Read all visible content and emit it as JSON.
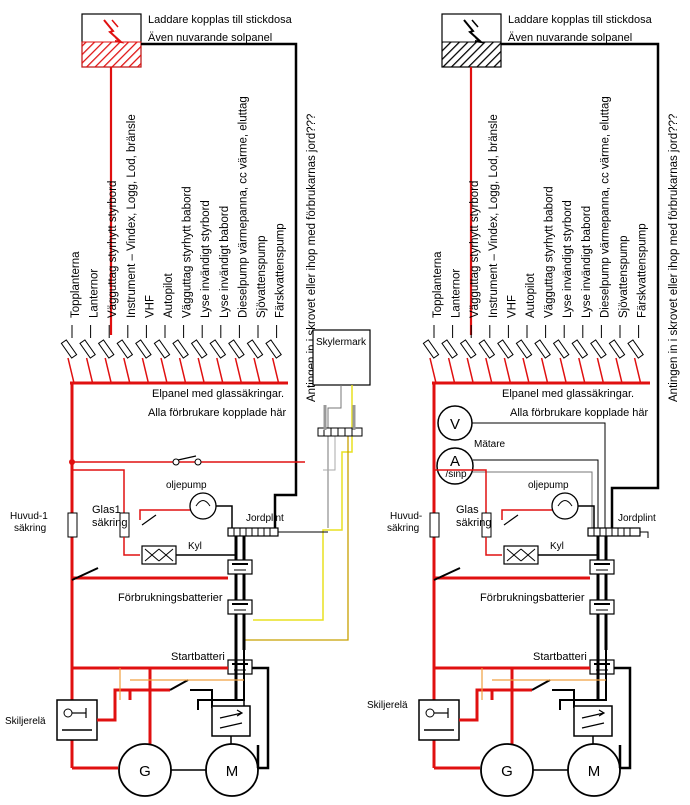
{
  "left": {
    "charger_line1": "Laddare kopplas till stickdosa",
    "charger_line2": "Även nuvarande solpanel",
    "ground_question": "Antingen in i skrovet eller ihop med förbrukarnas jord???",
    "consumers": [
      "Topplanterna",
      "Lanternor",
      "Vägguttag styrhytt styrbord",
      "Instrument – Vindex, Logg, Lod, bränsle",
      "VHF",
      "Autopilot",
      "Vägguttag styrhytt babord",
      "Lyse invändigt styrbord",
      "Lyse invändigt babord",
      "Dieselpump värmepanna, cc värme, eluttag",
      "Sjövattenspump",
      "Färskvattenspump"
    ],
    "skylermark": "Skylermark",
    "panel_line1": "Elpanel med glassäkringar.",
    "panel_line2": "Alla förbrukare kopplade här",
    "main_fuse_1": "Huvud-1",
    "main_fuse_2": "säkring",
    "glas_fuse_1": "Glas1",
    "glas_fuse_2": "säkring",
    "oil_pump": "oljepump",
    "fridge": "Kyl",
    "ground_block": "Jordplint",
    "house_batteries": "Förbrukningsbatterier",
    "start_battery": "Startbatteri",
    "relay": "Skiljerelä",
    "generator": "G",
    "motor": "M"
  },
  "right": {
    "charger_line1": "Laddare kopplas till stickdosa",
    "charger_line2": "Även nuvarande solpanel",
    "ground_question": "Antingen in i skrovet eller ihop med förbrukarnas jord???",
    "consumers": [
      "Topplanterna",
      "Lanternor",
      "Vägguttag styrhytt styrbord",
      "Instrument – Vindex, Logg, Lod, bränsle",
      "VHF",
      "Autopilot",
      "Vägguttag styrhytt babord",
      "Lyse invändigt styrbord",
      "Lyse invändigt babord",
      "Dieselpump värmepanna, cc värme, eluttag",
      "Sjövattenspump",
      "Färskvattenspump"
    ],
    "panel_line1": "Elpanel med glassäkringar.",
    "panel_line2": "Alla förbrukare kopplade här",
    "voltmeter": "V",
    "meters_label": "Mätare",
    "ammeter_symbol": "A",
    "ammeter_sub": "/sinp",
    "main_fuse_1": "Huvud-",
    "main_fuse_2": "säkring",
    "glas_fuse_1": "Glas",
    "glas_fuse_2": "säkring",
    "oil_pump": "oljepump",
    "fridge": "Kyl",
    "ground_block": "Jordplint",
    "house_batteries": "Förbrukningsbatterier",
    "start_battery": "Startbatteri",
    "relay": "Skiljerelä",
    "generator": "G",
    "motor": "M"
  },
  "colors": {
    "positive": "#e01010",
    "negative": "#000000",
    "instrument": "#c8a000",
    "signal": "#e8e020",
    "relay_wire": "#f0a040"
  }
}
